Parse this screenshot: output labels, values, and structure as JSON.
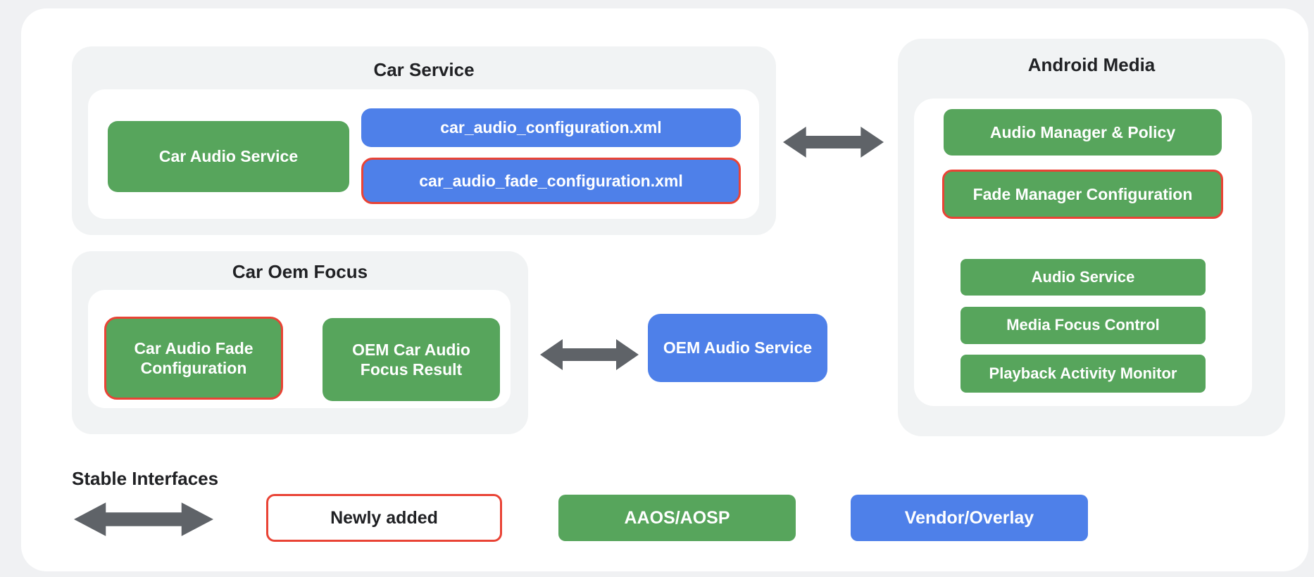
{
  "containers": {
    "car_service": {
      "title": "Car Service",
      "nodes": {
        "car_audio_service": "Car Audio Service",
        "config_xml": "car_audio_configuration.xml",
        "fade_config_xml": "car_audio_fade_configuration.xml"
      }
    },
    "car_oem_focus": {
      "title": "Car Oem Focus",
      "nodes": {
        "car_audio_fade_configuration": "Car Audio Fade Configuration",
        "oem_car_audio_focus_result": "OEM Car Audio Focus Result"
      }
    },
    "android_media": {
      "title": "Android Media",
      "nodes": {
        "audio_manager_policy": "Audio Manager & Policy",
        "fade_manager_configuration": "Fade Manager Configuration",
        "audio_service": "Audio Service",
        "media_focus_control": "Media Focus Control",
        "playback_activity_monitor": "Playback Activity Monitor"
      }
    }
  },
  "nodes": {
    "oem_audio_service": "OEM Audio Service"
  },
  "legend": {
    "stable_interfaces": "Stable Interfaces",
    "newly_added": "Newly added",
    "aaos_aosp": "AAOS/AOSP",
    "vendor_overlay": "Vendor/Overlay"
  },
  "icons": {
    "bidirectional_arrow": "bidirectional-arrow-icon"
  },
  "colors": {
    "green": "#57A55C",
    "blue": "#4E80E9",
    "red_border": "#E94335",
    "arrow_gray": "#5F6368",
    "container_bg": "#F1F3F4",
    "canvas_bg": "#FFFFFF",
    "page_bg": "#F0F1F3",
    "text_dark": "#202124"
  }
}
